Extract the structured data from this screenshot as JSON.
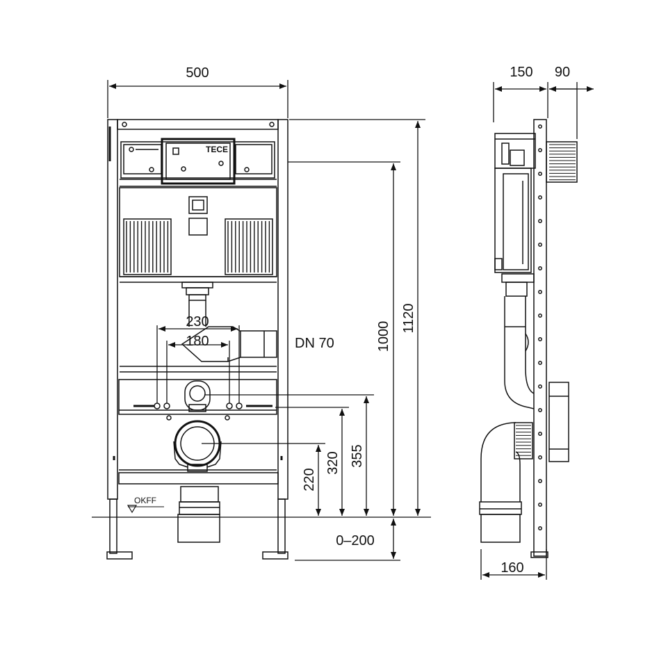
{
  "dimensions": {
    "width_front": "500",
    "depth_frame": "150",
    "depth_extra": "90",
    "height_total": "1120",
    "height_actuation": "1000",
    "spacing_studs": "230",
    "spacing_inner": "180",
    "drain_label": "DN 70",
    "height_bracket": "355",
    "height_feed": "320",
    "height_drain": "220",
    "floor_adjust": "0–200",
    "side_base": "160"
  },
  "labels": {
    "floor_reference": "OKFF",
    "brand_mark": "TECE"
  },
  "colors": {
    "line": "#111111",
    "background": "#ffffff"
  }
}
